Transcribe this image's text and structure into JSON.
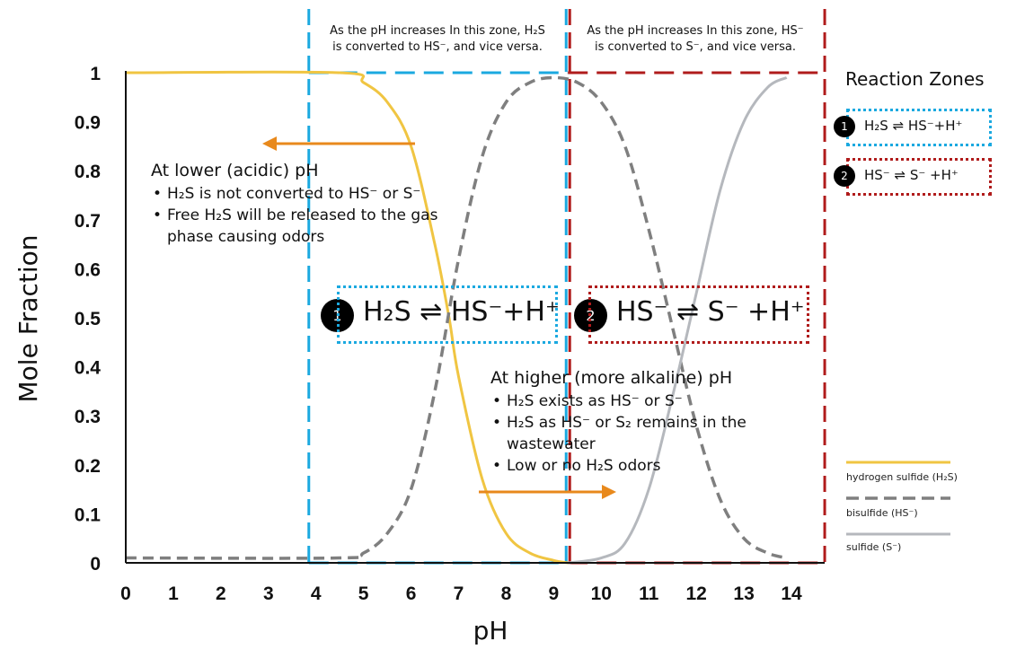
{
  "colors": {
    "h2s": "#f0c542",
    "hs": "#7f7f7f",
    "s": "#b5b8bd",
    "zone1": "#1ba9e0",
    "zone2": "#b01c1c",
    "arrow": "#e8891c"
  },
  "chart_data": {
    "type": "line",
    "xlabel": "pH",
    "ylabel": "Mole Fraction",
    "xlim": [
      0,
      14.7
    ],
    "ylim": [
      0,
      1
    ],
    "x_ticks": [
      "0",
      "1",
      "2",
      "3",
      "4",
      "5",
      "6",
      "7",
      "8",
      "9",
      "10",
      "11",
      "12",
      "13",
      "14"
    ],
    "y_ticks": [
      "0",
      "0.1",
      "0.2",
      "0.3",
      "0.4",
      "0.5",
      "0.6",
      "0.7",
      "0.8",
      "0.9",
      "1"
    ],
    "grid": false,
    "series": [
      {
        "name": "hydrogen sulfide (H2S)",
        "style": "solid",
        "color": "#f0c542",
        "x": [
          0,
          4.5,
          5,
          5.5,
          6,
          6.5,
          6.8,
          7,
          7.5,
          8,
          8.5,
          9,
          9.3
        ],
        "y": [
          1,
          1,
          0.98,
          0.94,
          0.85,
          0.65,
          0.5,
          0.38,
          0.17,
          0.06,
          0.02,
          0.005,
          0
        ]
      },
      {
        "name": "bisulfide (HS-)",
        "style": "dashed",
        "color": "#7f7f7f",
        "x": [
          0,
          4.5,
          5,
          5.5,
          6,
          6.5,
          7,
          7.5,
          8,
          8.5,
          9,
          9.5,
          10,
          10.5,
          11,
          11.5,
          12,
          12.5,
          13,
          13.5,
          13.9
        ],
        "y": [
          0.01,
          0.01,
          0.02,
          0.06,
          0.15,
          0.35,
          0.62,
          0.83,
          0.94,
          0.98,
          0.99,
          0.98,
          0.94,
          0.85,
          0.68,
          0.48,
          0.28,
          0.13,
          0.05,
          0.02,
          0.01
        ]
      },
      {
        "name": "sulfide (S-)",
        "style": "solid",
        "color": "#b5b8bd",
        "x": [
          9.3,
          10,
          10.5,
          11,
          11.5,
          12,
          12.5,
          13,
          13.5,
          13.9
        ],
        "y": [
          0,
          0.01,
          0.04,
          0.15,
          0.34,
          0.55,
          0.76,
          0.9,
          0.97,
          0.99
        ]
      }
    ],
    "zone_boundaries": [
      3.85,
      9.3,
      14.7
    ]
  },
  "zones": {
    "zone1_header": [
      "As the pH increases In this zone, H₂S",
      "is converted to HS⁻, and vice versa."
    ],
    "zone2_header": [
      "As the pH increases In this zone, HS⁻",
      "is converted to S⁻, and vice versa."
    ]
  },
  "notes": {
    "acidic_title": "At lower (acidic) pH",
    "acidic_bullets": [
      "H₂S is not converted to HS⁻ or S⁻",
      "Free H₂S will be released to the gas phase causing odors"
    ],
    "alkaline_title": "At higher (more alkaline) pH",
    "alkaline_bullets": [
      "H₂S exists as HS⁻ or S⁻",
      "H₂S as HS⁻ or S₂ remains in the wastewater",
      "Low or no H₂S odors"
    ]
  },
  "equations": {
    "eq1_num": "1",
    "eq1": "H₂S ⇌ HS⁻+H⁺",
    "eq2_num": "2",
    "eq2": "HS⁻ ⇌ S⁻ +H⁺"
  },
  "reaction_zones": {
    "title": "Reaction Zones",
    "item1_num": "1",
    "item1": "H₂S ⇌ HS⁻+H⁺",
    "item2_num": "2",
    "item2": "HS⁻ ⇌ S⁻ +H⁺"
  },
  "legend": {
    "h2s": "hydrogen sulfide (H₂S)",
    "hs": "bisulfide (HS⁻)",
    "s": "sulfide (S⁻)"
  }
}
